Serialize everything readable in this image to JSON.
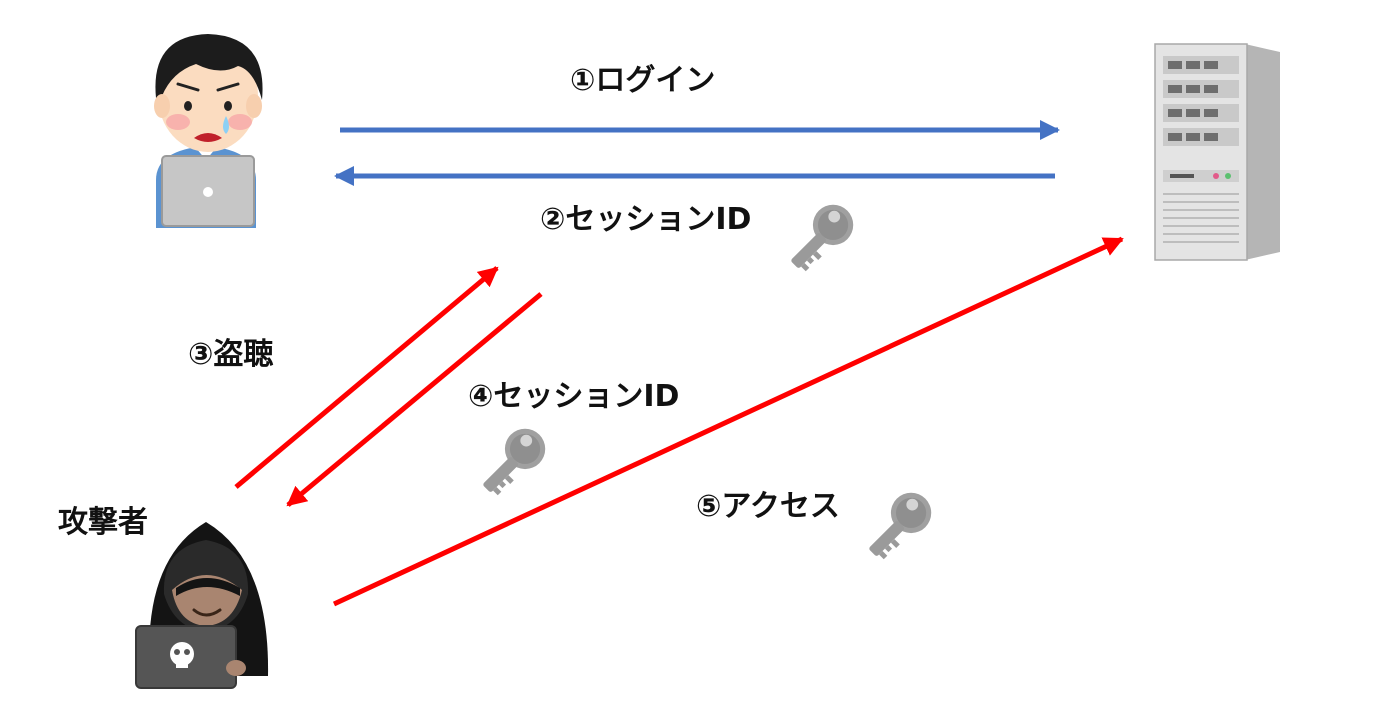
{
  "labels": {
    "step1": "①ログイン",
    "step2": "②セッションID",
    "step3": "③盗聴",
    "step4": "④セッションID",
    "step5": "⑤アクセス",
    "attacker": "攻撃者"
  },
  "colors": {
    "normal_flow": "#4472c4",
    "attack_flow": "#ff0000",
    "key": "#9a9a9a",
    "server_body": "#e4e4e4",
    "attacker_hood": "#141414"
  },
  "icons": {
    "user": "worried-user-with-laptop-icon",
    "server": "server-tower-icon",
    "attacker": "hooded-hacker-with-laptop-icon",
    "key": "key-icon"
  }
}
